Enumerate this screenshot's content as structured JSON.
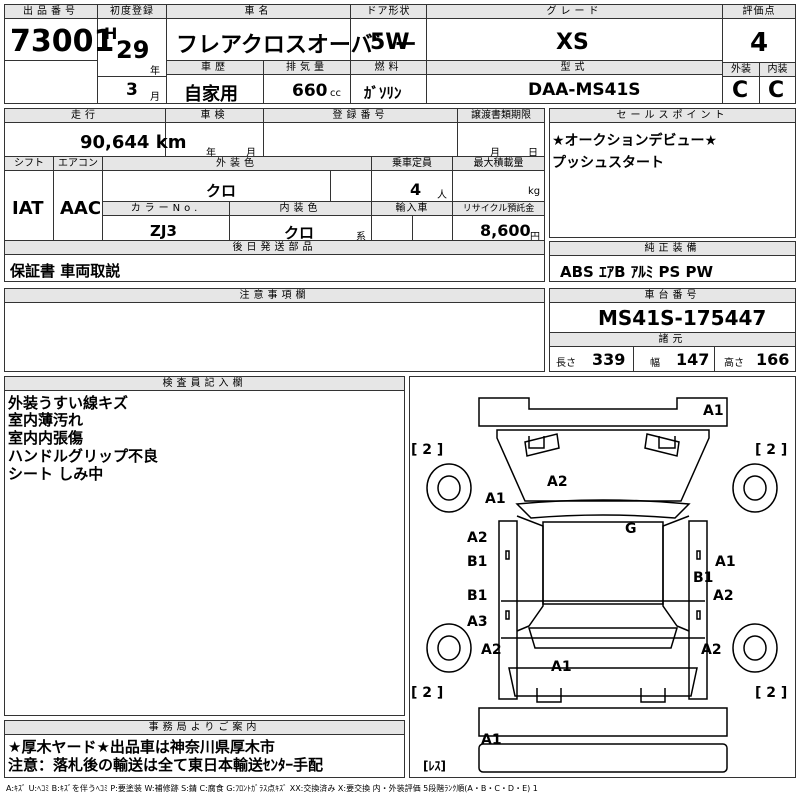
{
  "header": {
    "lot_label": "出品番号",
    "lot_number": "73001",
    "first_reg_label": "初度登録",
    "era": "H",
    "year": "29",
    "year_unit": "年",
    "month": "3",
    "month_unit": "月",
    "car_name_label": "車名",
    "car_name": "フレアクロスオーバ゛ー",
    "door_label": "ドア形状",
    "door": "5W",
    "grade_label": "グレード",
    "grade": "XS",
    "score_label": "評価点",
    "score": "4",
    "history_label": "車歴",
    "history": "自家用",
    "displacement_label": "排気量",
    "displacement": "660",
    "displacement_unit": "cc",
    "fuel_label": "燃料",
    "fuel": "ｶﾞｿﾘﾝ",
    "model_label": "型式",
    "model": "DAA-MS41S",
    "exterior_label": "外装",
    "exterior_grade": "C",
    "interior_label": "内装",
    "interior_grade": "C"
  },
  "row2": {
    "mileage_label": "走行",
    "mileage": "90,644 km",
    "inspection_label": "車検",
    "inspection_year_unit": "年",
    "inspection_month_unit": "月",
    "reg_no_label": "登録番号",
    "transfer_label": "譲渡書類期限",
    "transfer_month_unit": "月",
    "transfer_day_unit": "日",
    "shift_label": "シフト",
    "shift": "IAT",
    "ac_label": "エアコン",
    "ac": "AAC",
    "ext_color_label": "外装色",
    "ext_color": "クロ",
    "capacity_label": "乗車定員",
    "capacity": "4",
    "capacity_unit": "人",
    "max_load_label": "最大積載量",
    "max_load_unit": "kg",
    "color_no_label": "カラーNo.",
    "color_no": "ZJ3",
    "int_color_label": "内装色",
    "int_color": "クロ",
    "int_color_unit": "系",
    "import_label": "輸入車",
    "recycle_label": "リサイクル預託金",
    "recycle": "8,600",
    "recycle_unit": "円",
    "later_parts_label": "後日発送部品",
    "later_parts": "保証書 車両取説"
  },
  "sales_point": {
    "label": "セールスポイント",
    "lines": [
      "★オークションデビュー★",
      "プッシュスタート"
    ]
  },
  "equipment": {
    "label": "純正装備",
    "value": "ABS ｴｱB ｱﾙﾐ PS PW"
  },
  "notes": {
    "label": "注意事項欄"
  },
  "chassis": {
    "label": "車台番号",
    "value": "MS41S-175447",
    "spec_label": "諸元",
    "length_label": "長さ",
    "length": "339",
    "width_label": "幅",
    "width": "147",
    "height_label": "高さ",
    "height": "166"
  },
  "inspector": {
    "label": "検査員記入欄",
    "lines": [
      "外装うすい線キズ",
      "室内薄汚れ",
      "室内内張傷",
      "ハンドルグリップ不良",
      "シート しみ中"
    ]
  },
  "office": {
    "label": "事務局よりご案内",
    "lines": [
      "★厚木ヤード★出品車は神奈川県厚木市",
      "注意：落札後の輸送は全て東日本輸送ｾﾝﾀｰ手配"
    ]
  },
  "diagram": {
    "marks": [
      "A1",
      "A2",
      "A1",
      "G",
      "A2",
      "B1",
      "A1",
      "B1",
      "B1",
      "A2",
      "A3",
      "A2",
      "A2",
      "A1",
      "A1"
    ],
    "tire_marks": [
      "[ 2 ]",
      "[ 2 ]",
      "[ 2 ]",
      "[ 2 ]",
      "[ﾚｽ]"
    ]
  },
  "legend": "A:ｷｽﾞ U:ﾍｺﾐ B:ｷｽﾞを伴うﾍｺﾐ P:要塗装 W:補修跡 S:錆 C:腐食 G:ﾌﾛﾝﾄｶﾞﾗｽ点ｷｽﾞ XX:交換済み X:要交換 内・外装評価 5段階ﾗﾝｸ順(A・B・C・D・E) 1"
}
